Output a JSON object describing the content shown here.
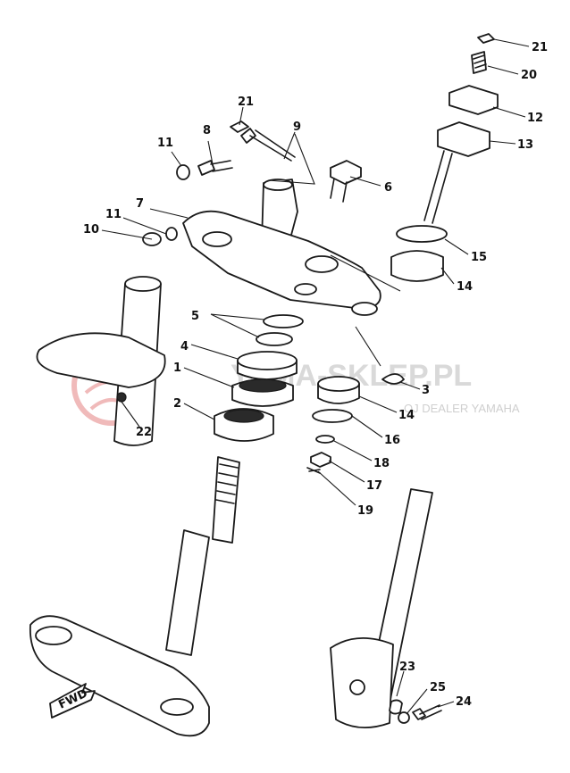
{
  "watermark": {
    "title": "YAMA-SKLEP.PL",
    "subtitle": "OJ DEALER YAMAHA",
    "color": "#e8a0a0"
  },
  "fwd_label": "FWD",
  "callouts": [
    {
      "id": "c21a",
      "text": "21"
    },
    {
      "id": "c20",
      "text": "20"
    },
    {
      "id": "c12",
      "text": "12"
    },
    {
      "id": "c13",
      "text": "13"
    },
    {
      "id": "c21b",
      "text": "21"
    },
    {
      "id": "c9",
      "text": "9"
    },
    {
      "id": "c8",
      "text": "8"
    },
    {
      "id": "c11a",
      "text": "11"
    },
    {
      "id": "c6",
      "text": "6"
    },
    {
      "id": "c7",
      "text": "7"
    },
    {
      "id": "c11b",
      "text": "11"
    },
    {
      "id": "c10",
      "text": "10"
    },
    {
      "id": "c15",
      "text": "15"
    },
    {
      "id": "c14a",
      "text": "14"
    },
    {
      "id": "c5",
      "text": "5"
    },
    {
      "id": "c4",
      "text": "4"
    },
    {
      "id": "c3",
      "text": "3"
    },
    {
      "id": "c1",
      "text": "1"
    },
    {
      "id": "c14b",
      "text": "14"
    },
    {
      "id": "c2",
      "text": "2"
    },
    {
      "id": "c22",
      "text": "22"
    },
    {
      "id": "c16",
      "text": "16"
    },
    {
      "id": "c18",
      "text": "18"
    },
    {
      "id": "c17",
      "text": "17"
    },
    {
      "id": "c19",
      "text": "19"
    },
    {
      "id": "c23",
      "text": "23"
    },
    {
      "id": "c25",
      "text": "25"
    },
    {
      "id": "c24",
      "text": "24"
    }
  ]
}
